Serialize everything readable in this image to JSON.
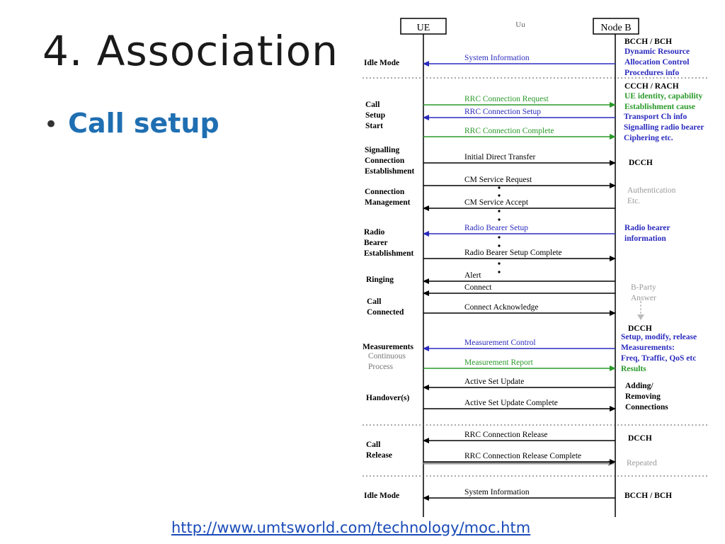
{
  "slide": {
    "title": "4. Association",
    "bullet_marker": "•",
    "bullet": "Call setup",
    "link": "http://www.umtsworld.com/technology/moc.htm"
  },
  "diagram": {
    "colors": {
      "black": "#000000",
      "blue": "#2b2bbf",
      "green": "#2a9a2a",
      "gray": "#999999"
    },
    "entities": {
      "ue": "UE",
      "interface": "Uu",
      "nodeb": "Node B"
    },
    "phases": [
      {
        "label": [
          "Idle Mode"
        ]
      },
      {
        "label": [
          "Call",
          "Setup",
          "Start"
        ]
      },
      {
        "label": [
          "Signalling",
          "Connection",
          "Establishment"
        ]
      },
      {
        "label": [
          "Connection",
          "Management"
        ]
      },
      {
        "label": [
          "Radio",
          "Bearer",
          "Establishment"
        ]
      },
      {
        "label": [
          "Ringing"
        ]
      },
      {
        "label": [
          "Call",
          "Connected"
        ]
      },
      {
        "label": [
          "Measurements"
        ]
      },
      {
        "label": [
          "Continuous",
          "Process"
        ],
        "note": true
      },
      {
        "label": [
          "Handover(s)"
        ]
      },
      {
        "label": [
          "Call",
          "Release"
        ]
      },
      {
        "label": [
          "Idle Mode"
        ]
      }
    ],
    "messages": [
      {
        "text": "System Information",
        "dir": "left",
        "color": "blue"
      },
      {
        "text": "RRC Connection Request",
        "dir": "right",
        "color": "green"
      },
      {
        "text": "RRC Connection Setup",
        "dir": "left",
        "color": "blue"
      },
      {
        "text": "RRC Connection Complete",
        "dir": "right",
        "color": "green"
      },
      {
        "text": "Initial Direct Transfer",
        "dir": "right",
        "color": "black"
      },
      {
        "text": "CM Service Request",
        "dir": "right",
        "color": "black"
      },
      {
        "text": "CM Service Accept",
        "dir": "left",
        "color": "black"
      },
      {
        "text": "Radio Bearer Setup",
        "dir": "left",
        "color": "blue"
      },
      {
        "text": "Radio Bearer Setup Complete",
        "dir": "right",
        "color": "black"
      },
      {
        "text": "Alert",
        "dir": "left",
        "color": "black"
      },
      {
        "text": "Connect",
        "dir": "left",
        "color": "black"
      },
      {
        "text": "Connect Acknowledge",
        "dir": "right",
        "color": "black"
      },
      {
        "text": "Measurement Control",
        "dir": "left",
        "color": "blue"
      },
      {
        "text": "Measurement Report",
        "dir": "right",
        "color": "green"
      },
      {
        "text": "Active Set Update",
        "dir": "left",
        "color": "black"
      },
      {
        "text": "Active Set Update Complete",
        "dir": "right",
        "color": "black"
      },
      {
        "text": "RRC Connection Release",
        "dir": "left",
        "color": "black"
      },
      {
        "text": "RRC Connection Release Complete",
        "dir": "right",
        "color": "black",
        "repeated": true
      },
      {
        "text": "System Information",
        "dir": "left",
        "color": "black"
      }
    ],
    "notes": [
      {
        "lines": [
          "BCCH / BCH"
        ],
        "color": "black"
      },
      {
        "lines": [
          "Dynamic Resource",
          "Allocation Control",
          "Procedures info"
        ],
        "color": "blue"
      },
      {
        "lines": [
          "CCCH / RACH"
        ],
        "color": "black"
      },
      {
        "lines": [
          "UE identity, capability",
          "Establishment cause"
        ],
        "color": "green"
      },
      {
        "lines": [
          "Transport Ch info",
          "Signalling radio bearer",
          "Ciphering etc."
        ],
        "color": "blue"
      },
      {
        "lines": [
          "DCCH"
        ],
        "color": "black"
      },
      {
        "lines": [
          "Authentication",
          "Etc."
        ],
        "color": "gray"
      },
      {
        "lines": [
          "Radio bearer",
          "information"
        ],
        "color": "blue"
      },
      {
        "lines": [
          "B-Party",
          "Answer"
        ],
        "color": "gray"
      },
      {
        "lines": [
          "DCCH"
        ],
        "color": "black"
      },
      {
        "lines": [
          "Setup, modify, release",
          "Measurements:",
          "Freq, Traffic, QoS etc"
        ],
        "color": "blue"
      },
      {
        "lines": [
          "Results"
        ],
        "color": "green"
      },
      {
        "lines": [
          "Adding/",
          "Removing",
          "Connections"
        ],
        "color": "black"
      },
      {
        "lines": [
          "DCCH"
        ],
        "color": "black"
      },
      {
        "lines": [
          "Repeated"
        ],
        "color": "gray"
      },
      {
        "lines": [
          "BCCH / BCH"
        ],
        "color": "black"
      }
    ]
  }
}
